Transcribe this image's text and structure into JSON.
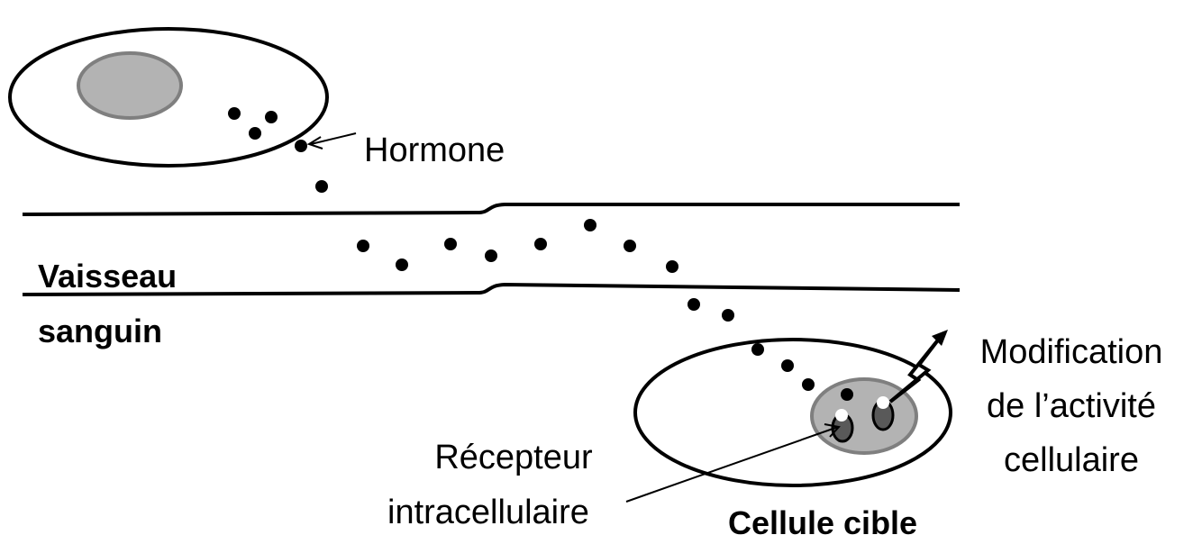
{
  "labels": {
    "hormone": "Hormone",
    "vessel_line1": "Vaisseau",
    "vessel_line2": "sanguin",
    "effect_line1": "Modification",
    "effect_line2": "de l’activité",
    "effect_line3": "cellulaire",
    "receptor_line1": "Récepteur",
    "receptor_line2": "intracellulaire",
    "target_cell": "Cellule cible"
  },
  "colors": {
    "stroke": "#000000",
    "nucleus_fill": "#b3b3b3",
    "nucleus_stroke": "#7f7f7f",
    "receptor_fill": "#595959"
  }
}
